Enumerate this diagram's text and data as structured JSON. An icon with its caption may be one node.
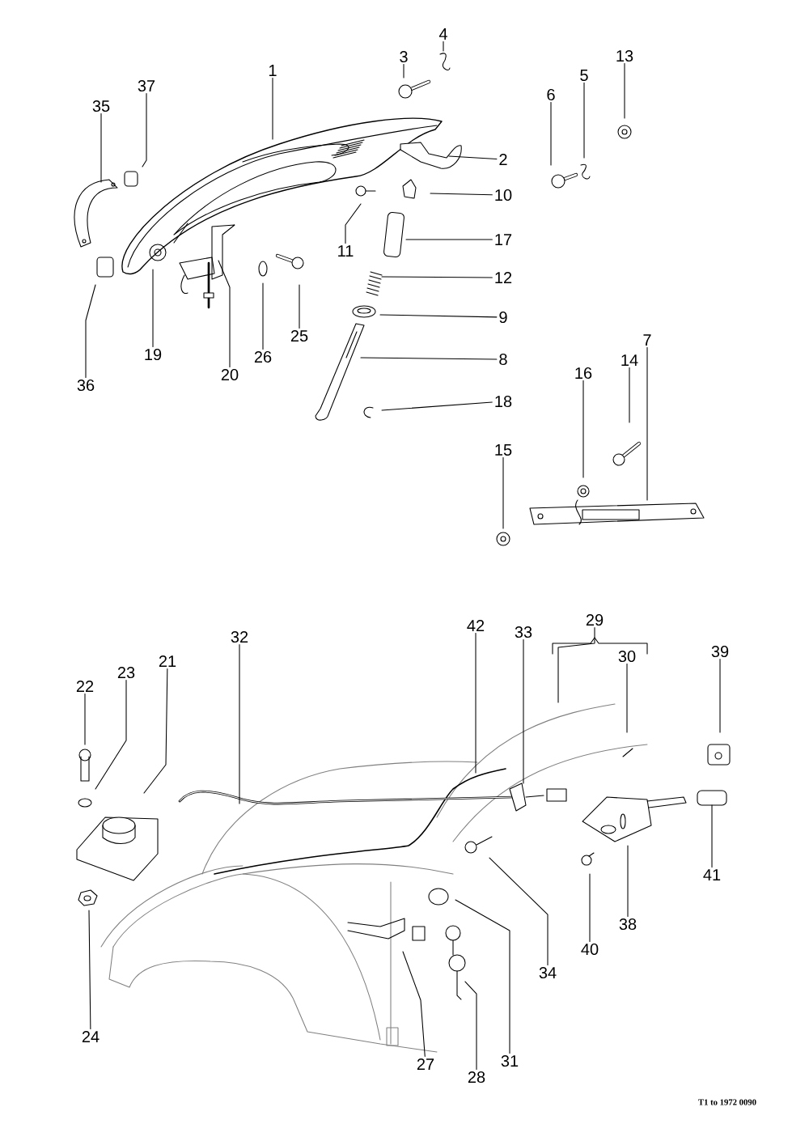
{
  "diagram": {
    "nodes": [
      {
        "text": [
          "1"
        ]
      },
      {
        "text": [
          "2"
        ]
      },
      {
        "text": [
          "3"
        ]
      },
      {
        "text": [
          "4"
        ]
      },
      {
        "text": [
          "5"
        ]
      },
      {
        "text": [
          "6"
        ]
      },
      {
        "text": [
          "7"
        ]
      },
      {
        "text": [
          "8"
        ]
      },
      {
        "text": [
          "9"
        ]
      },
      {
        "text": [
          "10"
        ]
      },
      {
        "text": [
          "11"
        ]
      },
      {
        "text": [
          "12"
        ]
      },
      {
        "text": [
          "13"
        ]
      },
      {
        "text": [
          "14"
        ]
      },
      {
        "text": [
          "15"
        ]
      },
      {
        "text": [
          "16"
        ]
      },
      {
        "text": [
          "17"
        ]
      },
      {
        "text": [
          "18"
        ]
      },
      {
        "text": [
          "19"
        ]
      },
      {
        "text": [
          "20"
        ]
      },
      {
        "text": [
          "21"
        ]
      },
      {
        "text": [
          "22"
        ]
      },
      {
        "text": [
          "23"
        ]
      },
      {
        "text": [
          "24"
        ]
      },
      {
        "text": [
          "25"
        ]
      },
      {
        "text": [
          "26"
        ]
      },
      {
        "text": [
          "27"
        ]
      },
      {
        "text": [
          "28"
        ]
      },
      {
        "text": [
          "29"
        ]
      },
      {
        "text": [
          "30"
        ]
      },
      {
        "text": [
          "31"
        ]
      },
      {
        "text": [
          "32"
        ]
      },
      {
        "text": [
          "33"
        ]
      },
      {
        "text": [
          "34"
        ]
      },
      {
        "text": [
          "35"
        ]
      },
      {
        "text": [
          "36"
        ]
      },
      {
        "text": [
          "37"
        ]
      },
      {
        "text": [
          "38"
        ]
      },
      {
        "text": [
          "39"
        ]
      },
      {
        "text": [
          "40"
        ]
      },
      {
        "text": [
          "41"
        ]
      },
      {
        "text": [
          "42"
        ]
      }
    ],
    "edges": [
      {
        "from": 0,
        "to": null,
        "arrow": "none"
      },
      {
        "from": 1,
        "to": null,
        "arrow": "none"
      },
      {
        "from": 2,
        "to": null,
        "arrow": "none"
      },
      {
        "from": 3,
        "to": null,
        "arrow": "none"
      },
      {
        "from": 4,
        "to": null,
        "arrow": "none"
      },
      {
        "from": 5,
        "to": null,
        "arrow": "none"
      },
      {
        "from": 6,
        "to": null,
        "arrow": "none"
      },
      {
        "from": 7,
        "to": null,
        "arrow": "none"
      },
      {
        "from": 8,
        "to": null,
        "arrow": "none"
      },
      {
        "from": 9,
        "to": null,
        "arrow": "none"
      },
      {
        "from": 10,
        "to": null,
        "arrow": "none"
      },
      {
        "from": 11,
        "to": null,
        "arrow": "none"
      },
      {
        "from": 12,
        "to": null,
        "arrow": "none"
      },
      {
        "from": 13,
        "to": null,
        "arrow": "none"
      },
      {
        "from": 14,
        "to": null,
        "arrow": "none"
      },
      {
        "from": 15,
        "to": null,
        "arrow": "none"
      },
      {
        "from": 16,
        "to": null,
        "arrow": "none"
      },
      {
        "from": 17,
        "to": null,
        "arrow": "none"
      },
      {
        "from": 18,
        "to": null,
        "arrow": "none"
      },
      {
        "from": 19,
        "to": null,
        "arrow": "none"
      },
      {
        "from": 20,
        "to": null,
        "arrow": "none"
      },
      {
        "from": 21,
        "to": null,
        "arrow": "none"
      },
      {
        "from": 22,
        "to": null,
        "arrow": "none"
      },
      {
        "from": 23,
        "to": null,
        "arrow": "none"
      },
      {
        "from": 24,
        "to": null,
        "arrow": "none"
      },
      {
        "from": 25,
        "to": null,
        "arrow": "none"
      },
      {
        "from": 26,
        "to": null,
        "arrow": "none"
      },
      {
        "from": 27,
        "to": null,
        "arrow": "none"
      },
      {
        "from": 28,
        "to": null,
        "arrow": "none"
      },
      {
        "from": 29,
        "to": null,
        "arrow": "none"
      },
      {
        "from": 30,
        "to": null,
        "arrow": "none"
      },
      {
        "from": 31,
        "to": null,
        "arrow": "none"
      },
      {
        "from": 32,
        "to": null,
        "arrow": "none"
      },
      {
        "from": 33,
        "to": null,
        "arrow": "none"
      },
      {
        "from": 34,
        "to": null,
        "arrow": "none"
      },
      {
        "from": 35,
        "to": null,
        "arrow": "none"
      },
      {
        "from": 36,
        "to": null,
        "arrow": "none"
      },
      {
        "from": 37,
        "to": null,
        "arrow": "none"
      },
      {
        "from": 38,
        "to": null,
        "arrow": "none"
      },
      {
        "from": 39,
        "to": null,
        "arrow": "none"
      },
      {
        "from": 40,
        "to": null,
        "arrow": "none"
      },
      {
        "from": 41,
        "to": null,
        "arrow": "none"
      }
    ],
    "labels": [
      "T1 to 1972 0090"
    ]
  }
}
